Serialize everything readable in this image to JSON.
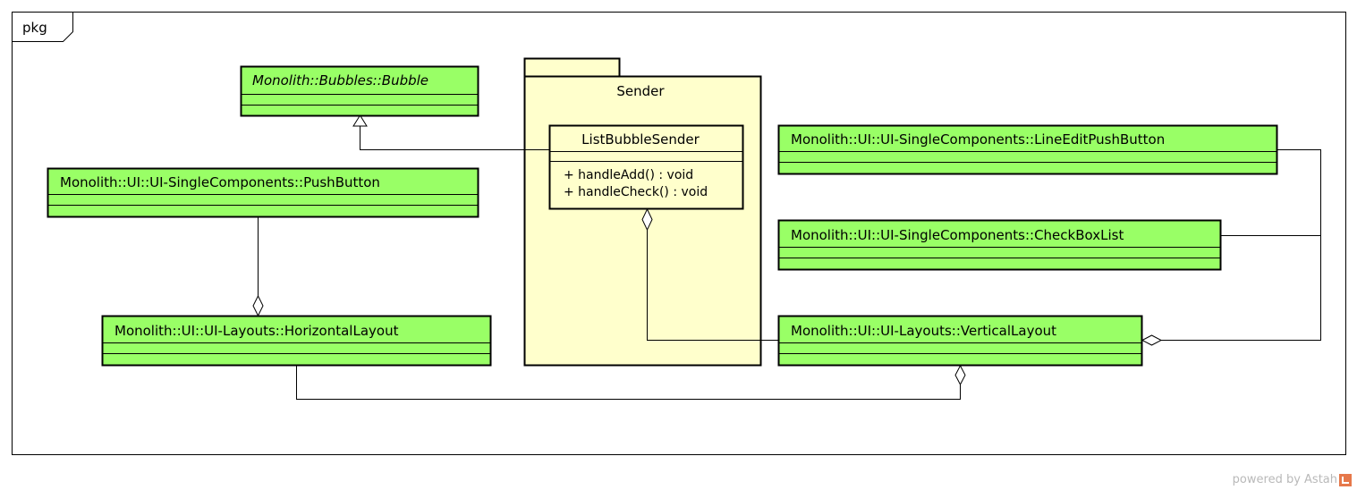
{
  "frame": {
    "label": "pkg"
  },
  "package": {
    "name": "Sender"
  },
  "classes": {
    "bubble": {
      "name": "Monolith::Bubbles::Bubble"
    },
    "push_button": {
      "name": "Monolith::UI::UI-SingleComponents::PushButton"
    },
    "horizontal_layout": {
      "name": "Monolith::UI::UI-Layouts::HorizontalLayout"
    },
    "list_bubble_sender": {
      "name": "ListBubbleSender",
      "operations": [
        "+ handleAdd() : void",
        "+ handleCheck() : void"
      ]
    },
    "line_edit_push_button": {
      "name": "Monolith::UI::UI-SingleComponents::LineEditPushButton"
    },
    "check_box_list": {
      "name": "Monolith::UI::UI-SingleComponents::CheckBoxList"
    },
    "vertical_layout": {
      "name": "Monolith::UI::UI-Layouts::VerticalLayout"
    }
  },
  "colors": {
    "class_fill": "#99ff66",
    "package_fill": "#ffffcc",
    "sender_class_fill": "#ffffcc",
    "line": "#000000"
  },
  "footer": {
    "text": "powered by Astah"
  }
}
